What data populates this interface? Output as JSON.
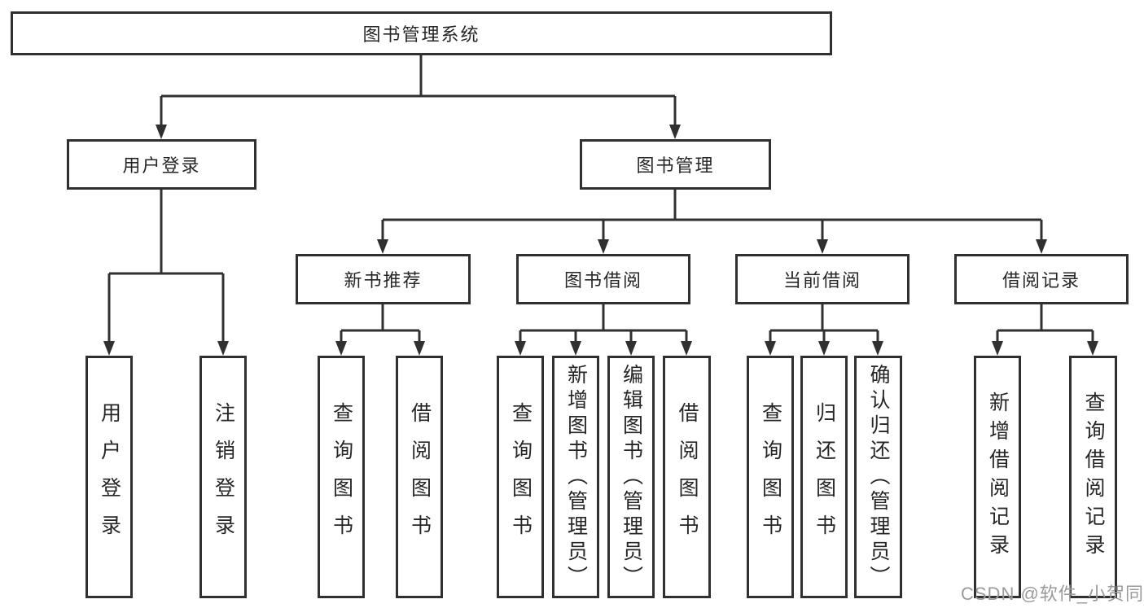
{
  "colors": {
    "line": "#303030",
    "text": "#262626",
    "wm": "#9a9a9a",
    "bg": "#ffffff"
  },
  "tree": {
    "root": "图书管理系统",
    "level2": {
      "left": "用户登录",
      "right": "图书管理"
    },
    "level3": [
      "新书推荐",
      "图书借阅",
      "当前借阅",
      "借阅记录"
    ],
    "leaves": {
      "login": [
        "用户登录",
        "注销登录"
      ],
      "recommend": [
        "查询图书",
        "借阅图书"
      ],
      "borrow": [
        "查询图书",
        "新增图书（管理员）",
        "编辑图书（管理员）",
        "借阅图书"
      ],
      "current": [
        "查询图书",
        "归还图书",
        "确认归还（管理员）"
      ],
      "record": [
        "新增借阅记录",
        "查询借阅记录"
      ]
    }
  },
  "watermark": {
    "text": "CSDN @软件_小贺同学"
  }
}
